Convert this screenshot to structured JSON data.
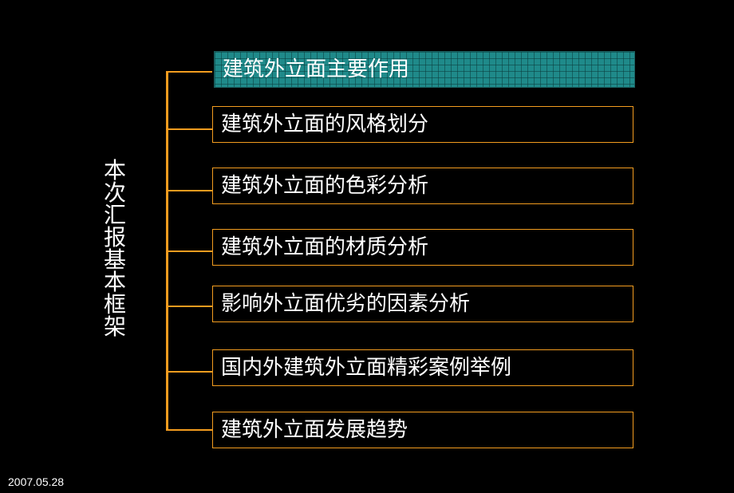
{
  "slide": {
    "side_title_chars": [
      "本",
      "次",
      "汇",
      "报",
      "基",
      "本",
      "框",
      "架"
    ],
    "items": [
      {
        "label": "建筑外立面主要作用",
        "active": true
      },
      {
        "label": "建筑外立面的风格划分",
        "active": false
      },
      {
        "label": "建筑外立面的色彩分析",
        "active": false
      },
      {
        "label": "建筑外立面的材质分析",
        "active": false
      },
      {
        "label": "影响外立面优劣的因素分析",
        "active": false
      },
      {
        "label": "国内外建筑外立面精彩案例举例",
        "active": false
      },
      {
        "label": "建筑外立面发展趋势",
        "active": false
      }
    ],
    "date": "2007.05.28",
    "colors": {
      "background": "#000000",
      "bracket": "#f39c1f",
      "active_fill": "#1f8a8a",
      "text": "#ffffff"
    }
  }
}
